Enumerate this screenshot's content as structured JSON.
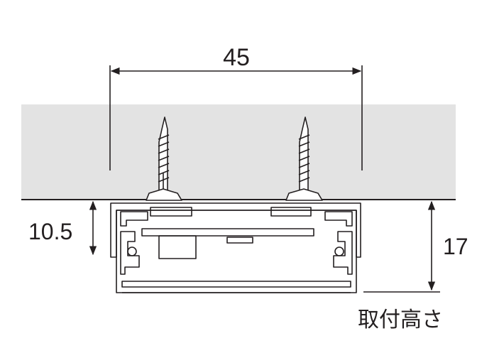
{
  "dimensions": {
    "width_label": "45",
    "slot_height_label": "10.5",
    "total_height_label": "17",
    "mounting_height_label": "取付高さ"
  },
  "colors": {
    "ceiling": "#e3e3e3",
    "line": "#231f20",
    "screw_fill": "#ffffff"
  }
}
